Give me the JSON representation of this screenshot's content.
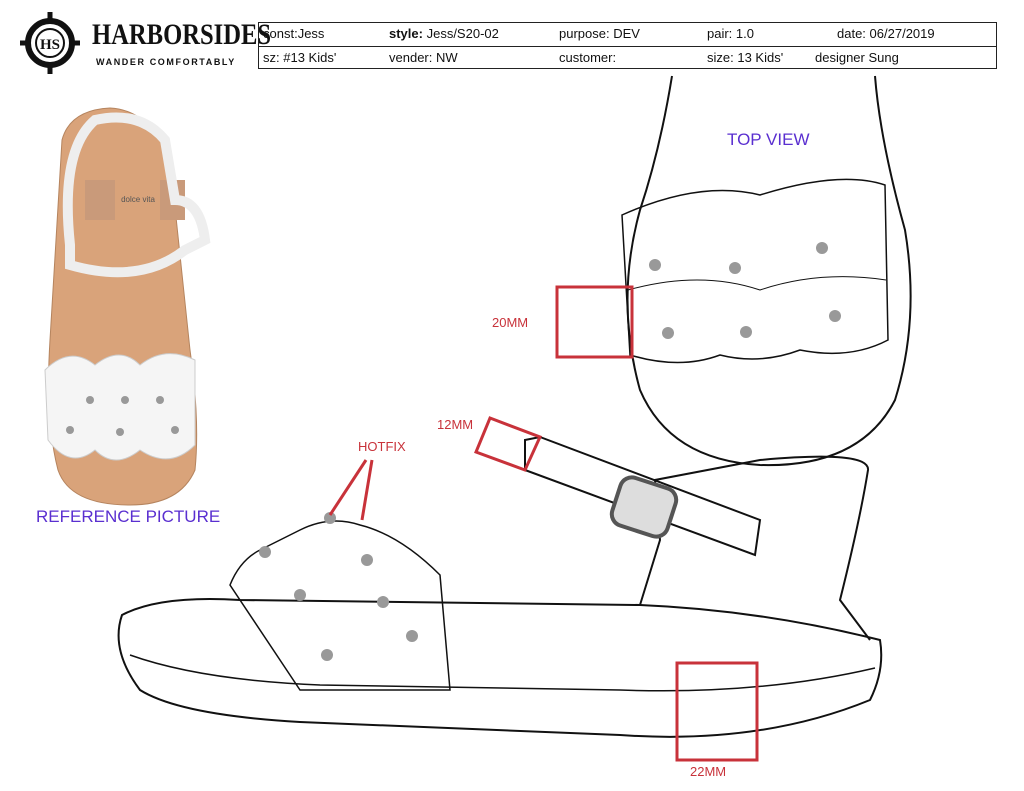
{
  "logo": {
    "brand": "HARBORSIDES",
    "tagline": "WANDER COMFORTABLY",
    "monogram": "HS"
  },
  "spec": {
    "row1": {
      "const_label": "const:",
      "const": "Jess",
      "style_label": "style:",
      "style": "Jess/S20-02",
      "purpose_label": "purpose:",
      "purpose": "DEV",
      "pair_label": "pair:",
      "pair": "1.0",
      "date_label": "date:",
      "date": "06/27/2019"
    },
    "row2": {
      "sz_label": "sz:",
      "sz": "#13 Kids'",
      "vender_label": "vender:",
      "vender": "NW",
      "customer_label": "customer:",
      "customer": "",
      "size_label": "size:",
      "size": "13 Kids'",
      "designer_label": "designer",
      "designer": "Sung"
    }
  },
  "reference": {
    "label": "REFERENCE PICTURE",
    "insole_brand": "dolce vita"
  },
  "top_view": {
    "label": "TOP VIEW"
  },
  "callouts": {
    "m20": "20MM",
    "m12": "12MM",
    "hotfix": "HOTFIX",
    "m22": "22MM"
  },
  "colors": {
    "label_purple": "#5a2fd0",
    "callout_red": "#c8323a",
    "footbed": "#d9a37a"
  }
}
